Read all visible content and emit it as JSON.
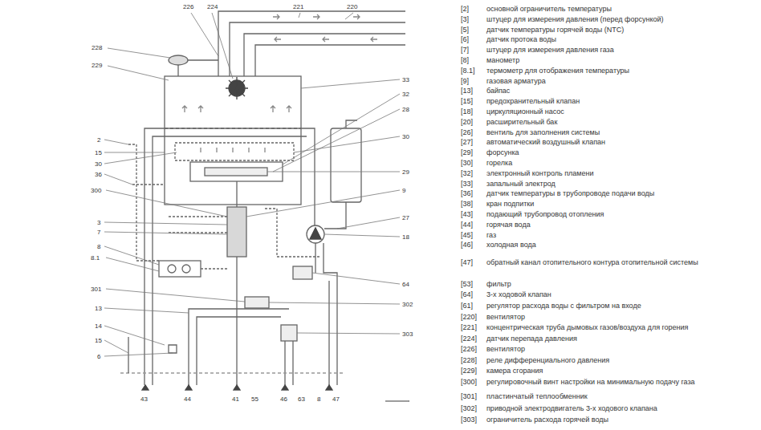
{
  "diagram": {
    "labels": [
      "226",
      "224",
      "221",
      "220",
      "228",
      "229",
      "2",
      "15",
      "30",
      "36",
      "300",
      "3",
      "7",
      "8",
      "8.1",
      "301",
      "13",
      "14",
      "15",
      "6",
      "33",
      "32",
      "28",
      "30",
      "29",
      "9",
      "27",
      "18",
      "64",
      "302",
      "303",
      "43",
      "44",
      "41",
      "55",
      "46",
      "63",
      "8",
      "47",
      "[2]",
      "основной ограничитель температуры",
      "[3]",
      "штуцер для измерения давления (перед форсункой)",
      "[5]",
      "датчик температуры горячей воды (NTC)",
      "[6]",
      "датчик протока воды",
      "[7]",
      "штуцер для измерения давления газа",
      "[8]",
      "манометр",
      "[8.1]",
      "термометр для отображения температуры",
      "[9]",
      "газовая арматура",
      "[13]",
      "байпас",
      "[15]",
      "предохранительный клапан",
      "[18]",
      "циркуляционный насос",
      "[20]",
      "расширительный бак",
      "[26]",
      "вентиль для заполнения системы",
      "[27]",
      "автоматический воздушный клапан",
      "[29]",
      "форсунка",
      "[30]",
      "горелка",
      "[32]",
      "электронный контроль пламени",
      "[33]",
      "запальный электрод",
      "[36]",
      "датчик температуры в трубопроводе подачи воды",
      "[38]",
      "кран подпитки",
      "[43]",
      "подающий трубопровод отопления",
      "[44]",
      "горячая вода",
      "[45]",
      "газ",
      "[46]",
      "холодная вода",
      "[47]",
      "обратный канал отопительного контура отопительной системы",
      "[53]",
      "фильтр",
      "[64]",
      "3-х ходовой клапан",
      "[61]",
      "регулятор расхода воды с фильтром на входе",
      "[220]",
      "вентилятор",
      "[221]",
      "концентрическая труба дымовых газов/воздуха для горения",
      "[224]",
      "датчик перепада давления",
      "[226]",
      "вентилятор",
      "[228]",
      "реле дифференциального давления",
      "[229]",
      "камера сгорания",
      "[300]",
      "регулировочный винт настройки на минимальную подачу газа",
      "[301]",
      "пластинчатый теплообменник",
      "[302]",
      "приводной электродвигатель 3-х ходового клапана",
      "[303]",
      "ограничитель расхода горячей воды"
    ]
  }
}
